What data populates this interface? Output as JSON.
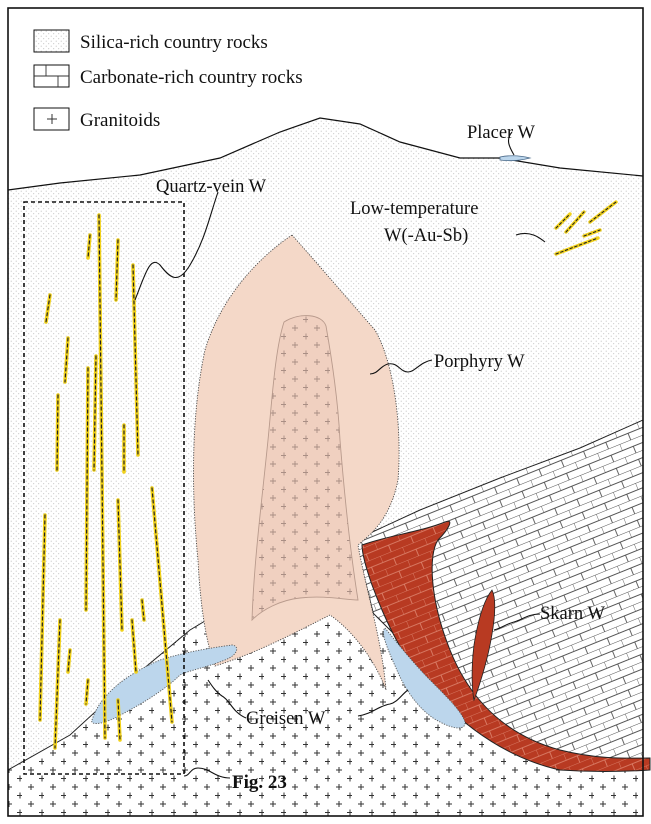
{
  "legend": [
    {
      "label": "Silica-rich country rocks",
      "pattern": "dots"
    },
    {
      "label": "Carbonate-rich country rocks",
      "pattern": "bricks"
    },
    {
      "label": "Granitoids",
      "pattern": "crosses"
    }
  ],
  "labels": {
    "placer": "Placer W",
    "quartz_vein": "Quartz-vein W",
    "low_temp_1": "Low-temperature",
    "low_temp_2": "W(-Au-Sb)",
    "porphyry": "Porphyry W",
    "skarn": "Skarn W",
    "greisen": "Greisen W",
    "figure": "Fig. 23"
  },
  "colors": {
    "porphyry_fill": "#f4d8c8",
    "skarn_fill": "#b83a22",
    "greisen_fill": "#bcd6ec",
    "vein_yellow": "#f2d21a",
    "silica_dot": "#c8c8c8",
    "outline": "#111111"
  }
}
